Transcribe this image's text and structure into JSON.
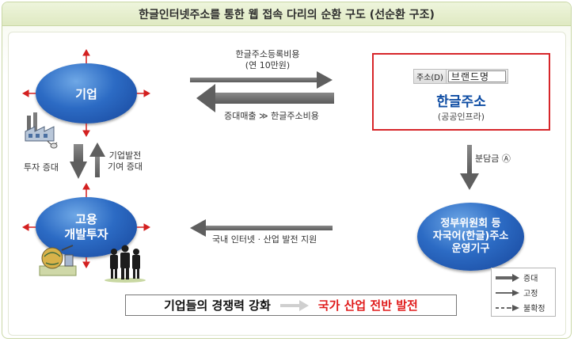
{
  "header": {
    "title": "한글인터넷주소를 통한 웹 접속 다리의 순환 구도 (선순환 구조)"
  },
  "nodes": {
    "company": "기업",
    "employment_line1": "고용",
    "employment_line2": "개발투자",
    "gov_line1": "정부위원회 등",
    "gov_line2": "자국어(한글)주소",
    "gov_line3": "운영기구"
  },
  "hangul_address": {
    "addr_label": "주소(D)",
    "addr_value": "브랜드명",
    "title": "한글주소",
    "subtitle": "(공공인프라)"
  },
  "flows": {
    "registration_fee_line1": "한글주소등록비용",
    "registration_fee_line2": "(연 10만원)",
    "sales_increase": "증대매출 ≫ 한글주소비용",
    "burden": "분담금",
    "burden_mark": "Ⓐ",
    "invest_increase": "투자 증대",
    "contribution_line1": "기업발전",
    "contribution_line2": "기여 증대",
    "domestic_support": "국내 인터넷 · 산업 발전 지원"
  },
  "conclusion": {
    "left": "기업들의 경쟁력 강화",
    "right": "국가 산업 전반 발전"
  },
  "legend": {
    "increase": "증대",
    "fixed": "고정",
    "uncertain": "불확정"
  },
  "colors": {
    "ellipse_blue": "#2c6bc4",
    "accent_red": "#d7262a",
    "arrow_gray": "#707070",
    "header_green": "#dfe9c2"
  }
}
